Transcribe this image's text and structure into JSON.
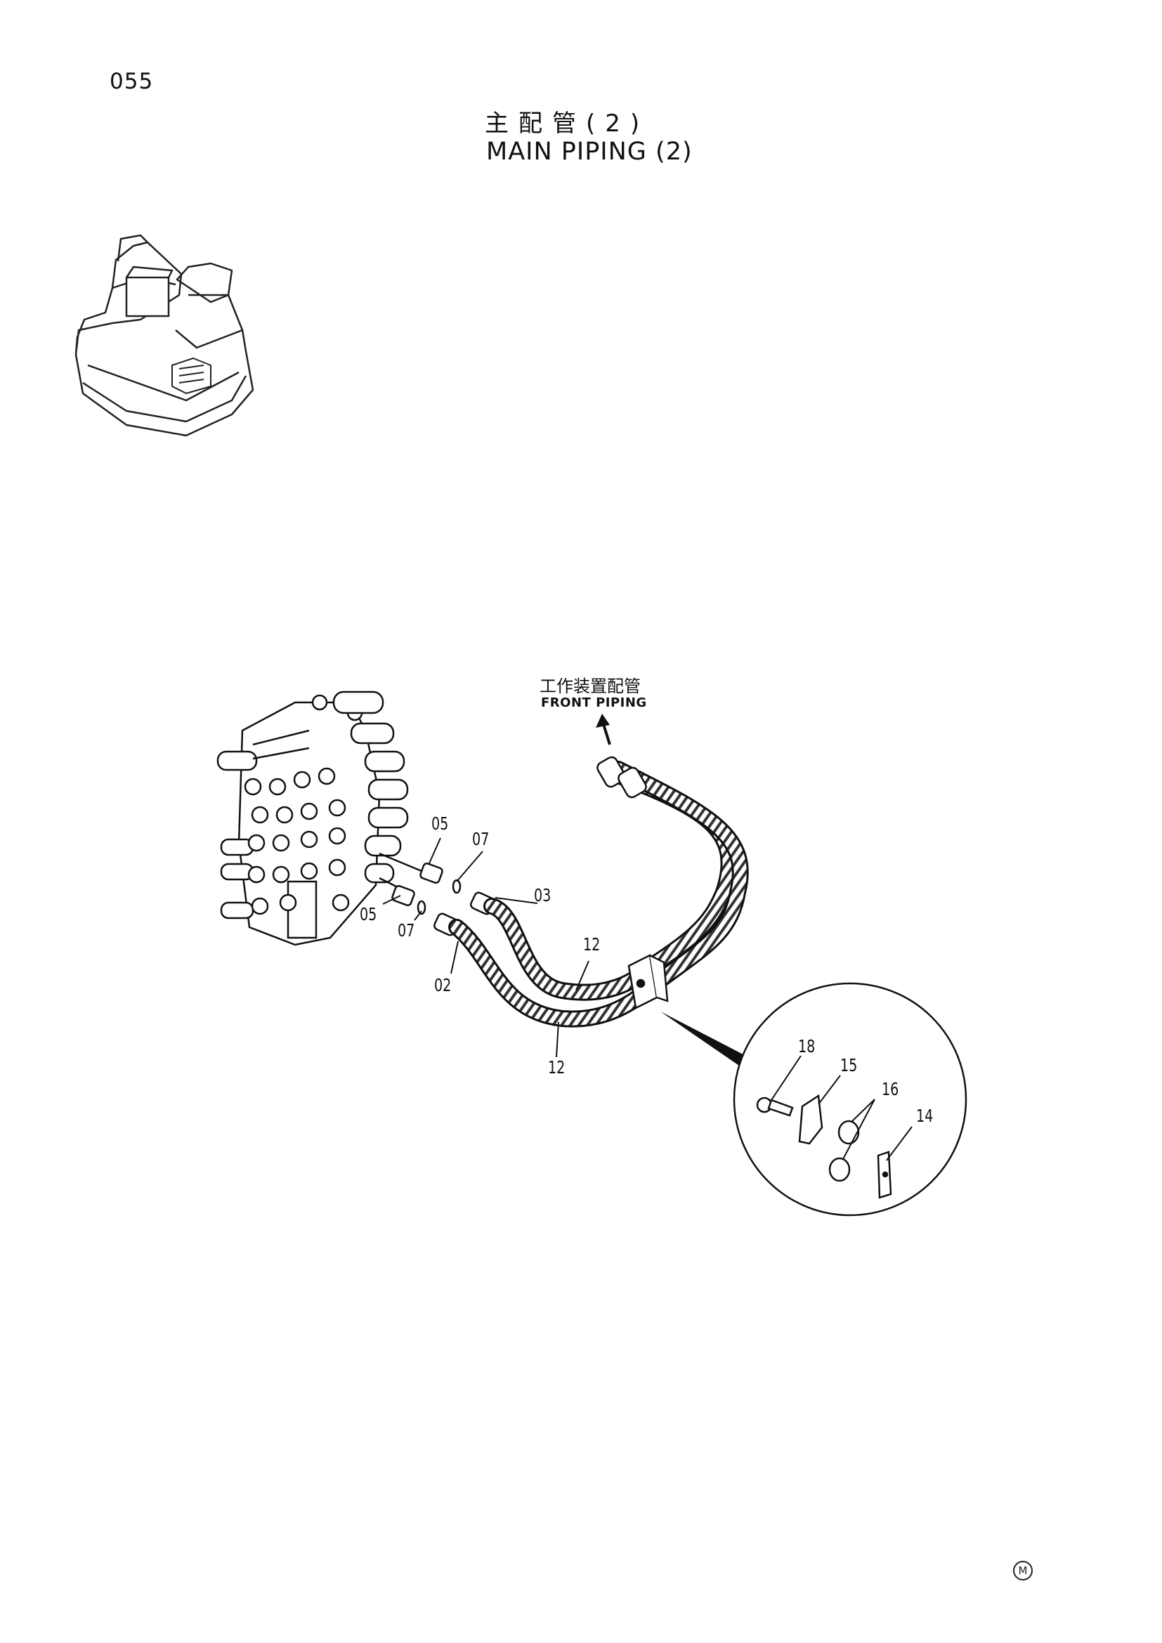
{
  "header": {
    "page_number": "055",
    "title_cn": "主配管(2)",
    "title_en": "MAIN PIPING (2)"
  },
  "arrow_label": {
    "cn": "工作装置配管",
    "en": "FRONT PIPING"
  },
  "callouts": {
    "c02": "02",
    "c03": "03",
    "c05_upper": "05",
    "c05_lower": "05",
    "c07_upper": "07",
    "c07_lower": "07",
    "c12_upper": "12",
    "c12_lower": "12",
    "c14": "14",
    "c15": "15",
    "c16": "16",
    "c18": "18"
  },
  "footer": {
    "mark": "M"
  }
}
